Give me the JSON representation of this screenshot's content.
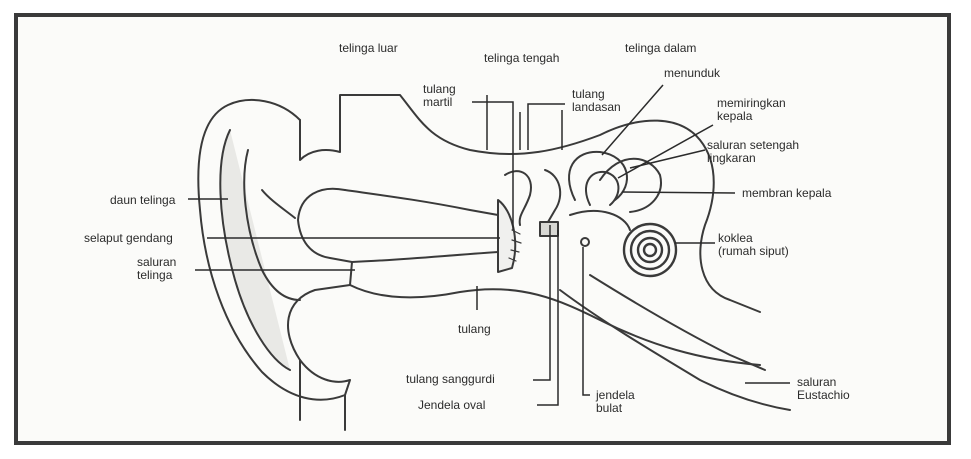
{
  "diagram": {
    "regions": {
      "outer": "telinga luar",
      "middle": "telinga tengah",
      "inner": "telinga dalam"
    },
    "labels": {
      "auricle": "daun telinga",
      "eardrum": "selaput gendang",
      "ear_canal": "saluran\ntelinga",
      "malleus": "tulang\nmartil",
      "incus": "tulang\nlandasan",
      "nodding": "menunduk",
      "tilting": "memiringkan\nkepala",
      "semicircular": "saluran setengah\nlingkaran",
      "head_membrane": "membran kepala",
      "cochlea": "koklea\n(rumah siput)",
      "bone": "tulang",
      "stapes": "tulang sanggurdi",
      "oval_window": "Jendela oval",
      "round_window": "jendela\nbulat",
      "eustachian": "saluran\nEustachio"
    }
  }
}
